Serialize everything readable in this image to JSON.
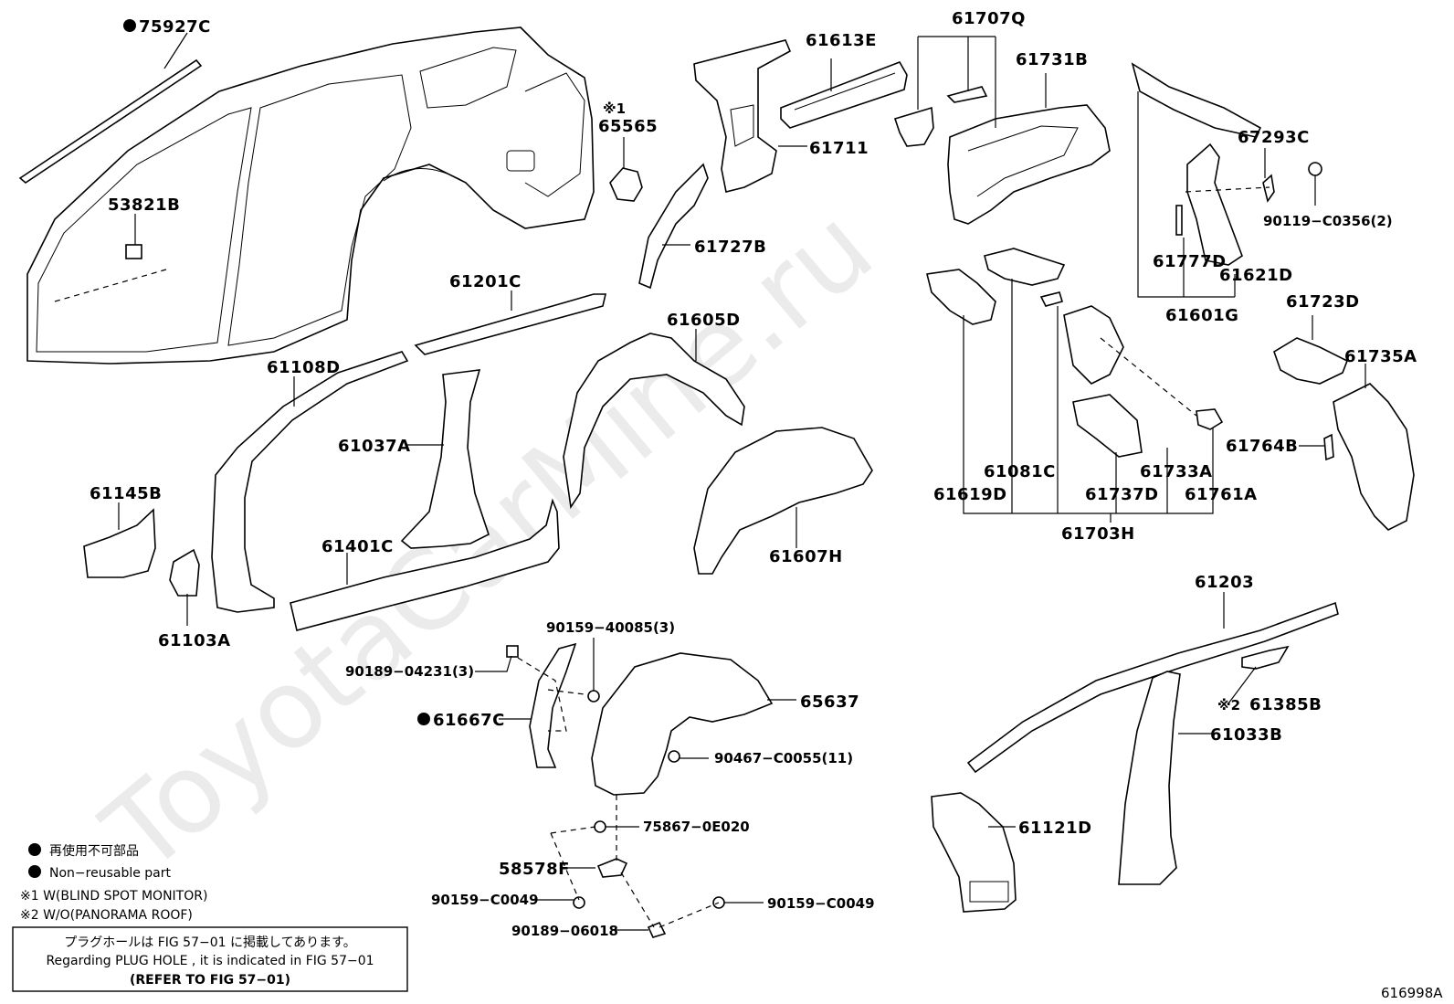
{
  "watermark": "ToyotaCarMine.ru",
  "figure_code": "616998A",
  "parts": {
    "p75927C": "75927C",
    "p53821B": "53821B",
    "p65565": "65565",
    "p65565_note": "※1",
    "p61613E": "61613E",
    "p61711": "61711",
    "p61727B": "61727B",
    "p61707Q": "61707Q",
    "p61731B": "61731B",
    "p67293C": "67293C",
    "p90119": "90119−C0356(2)",
    "p61777D": "61777D",
    "p61621D": "61621D",
    "p61601G": "61601G",
    "p61723D": "61723D",
    "p61735A": "61735A",
    "p61764B": "61764B",
    "p61201C": "61201C",
    "p61108D": "61108D",
    "p61037A": "61037A",
    "p61605D": "61605D",
    "p61145B": "61145B",
    "p61103A": "61103A",
    "p61401C": "61401C",
    "p61607H": "61607H",
    "p61081C": "61081C",
    "p61619D": "61619D",
    "p61733A": "61733A",
    "p61737D": "61737D",
    "p61761A": "61761A",
    "p61703H": "61703H",
    "p61203": "61203",
    "p61385B": "61385B",
    "p61385B_note": "※2",
    "p61033B": "61033B",
    "p61121D": "61121D",
    "p90159_40085": "90159−40085(3)",
    "p90189_04231": "90189−04231(3)",
    "p61667C": "61667C",
    "p65637": "65637",
    "p90467": "90467−C0055(11)",
    "p75867": "75867−0E020",
    "p58578F": "58578F",
    "p90159_C0049_a": "90159−C0049",
    "p90159_C0049_b": "90159−C0049",
    "p90189_06018": "90189−06018"
  },
  "legend": {
    "item1": "再使用不可部品",
    "item2": "Non−reusable part",
    "note1": "※1 W(BLIND SPOT MONITOR)",
    "note2": "※2 W/O(PANORAMA ROOF)"
  },
  "reference_box": {
    "line1": "プラグホールは FIG  57−01 に掲載してあります。",
    "line2": "Regarding  PLUG  HOLE , it is indicated in FIG  57−01",
    "line3": "(REFER TO FIG 57−01)"
  }
}
